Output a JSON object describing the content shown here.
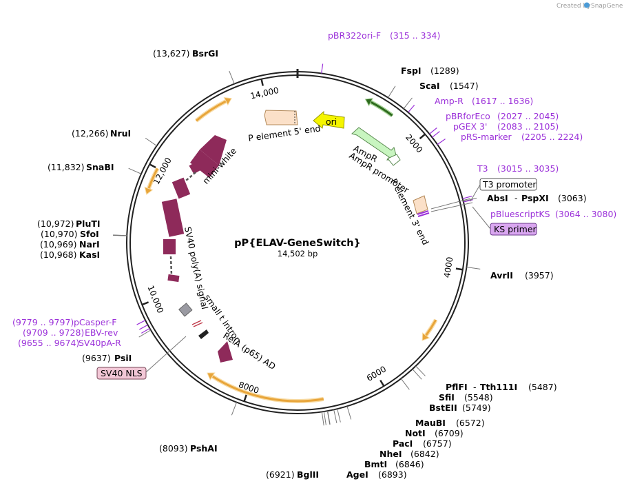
{
  "credit": {
    "prefix": "Created by",
    "brand": "SnapGene"
  },
  "plasmid": {
    "name": "pP{ELAV-GeneSwitch}",
    "length_label": "14,502 bp",
    "total_bp": 14502
  },
  "colors": {
    "backbone": "#222222",
    "primer": "#9b30d9",
    "feature_maroon": "#8e2a5a",
    "orf_orange": "#e8a53a",
    "ampR_green": "#c8f5c0",
    "ori_yellow": "#f5f500",
    "p_element_peach": "#fbe0c8",
    "ks_primer_fill": "#d9a6f0",
    "sv40_nls_fill": "#f2c7d6"
  },
  "ticks": [
    {
      "bp": 2000,
      "label": "2000"
    },
    {
      "bp": 4000,
      "label": "4000"
    },
    {
      "bp": 6000,
      "label": "6000"
    },
    {
      "bp": 8000,
      "label": "8000"
    },
    {
      "bp": 10000,
      "label": "10,000"
    },
    {
      "bp": 12000,
      "label": "12,000"
    },
    {
      "bp": 14000,
      "label": "14,000"
    }
  ],
  "enzymes": [
    {
      "name": "BsrGI",
      "pos": "(13,627)",
      "bp": 13627
    },
    {
      "name": "NruI",
      "pos": "(12,266)",
      "bp": 12266
    },
    {
      "name": "SnaBI",
      "pos": "(11,832)",
      "bp": 11832
    },
    {
      "name": "PluTI",
      "pos": "(10,972)",
      "bp": 10972
    },
    {
      "name": "SfoI",
      "pos": "(10,970)",
      "bp": 10970
    },
    {
      "name": "NarI",
      "pos": "(10,969)",
      "bp": 10969
    },
    {
      "name": "KasI",
      "pos": "(10,968)",
      "bp": 10968
    },
    {
      "name": "PsiI",
      "pos": "(9637)",
      "bp": 9637
    },
    {
      "name": "PshAI",
      "pos": "(8093)",
      "bp": 8093
    },
    {
      "name": "BglII",
      "pos": "(6921)",
      "bp": 6921
    },
    {
      "name": "AgeI",
      "pos": "(6893)",
      "bp": 6893
    },
    {
      "name": "BmtI",
      "pos": "(6846)",
      "bp": 6846
    },
    {
      "name": "NheI",
      "pos": "(6842)",
      "bp": 6842
    },
    {
      "name": "PacI",
      "pos": "(6757)",
      "bp": 6757
    },
    {
      "name": "NotI",
      "pos": "(6709)",
      "bp": 6709
    },
    {
      "name": "MauBI",
      "pos": "(6572)",
      "bp": 6572
    },
    {
      "name": "BstEII",
      "pos": "(5749)",
      "bp": 5749
    },
    {
      "name": "SfiI",
      "pos": "(5548)",
      "bp": 5548
    },
    {
      "name": "PflFI",
      "pos": "(5487)",
      "bp": 5487,
      "extra": "Tth111I"
    },
    {
      "name": "AvrII",
      "pos": "(3957)",
      "bp": 3957
    },
    {
      "name": "AbsI",
      "pos": "(3063)",
      "bp": 3063,
      "extra": "PspXI"
    },
    {
      "name": "ScaI",
      "pos": "(1547)",
      "bp": 1547
    },
    {
      "name": "FspI",
      "pos": "(1289)",
      "bp": 1289
    }
  ],
  "primers": [
    {
      "name": "pBR322ori-F",
      "range": "(315 .. 334)",
      "bp": 324
    },
    {
      "name": "Amp-R",
      "range": "(1617 .. 1636)",
      "bp": 1626
    },
    {
      "name": "pBRforEco",
      "range": "(2027 .. 2045)",
      "bp": 2036
    },
    {
      "name": "pGEX 3'",
      "range": "(2083 .. 2105)",
      "bp": 2094
    },
    {
      "name": "pRS-marker",
      "range": "(2205 .. 2224)",
      "bp": 2214
    },
    {
      "name": "T3",
      "range": "(3015 .. 3035)",
      "bp": 3025
    },
    {
      "name": "pBluescriptKS",
      "range": "(3064 .. 3080)",
      "bp": 3072
    },
    {
      "name": "pCasper-F",
      "range": "(9779 .. 9797)",
      "bp": 9788
    },
    {
      "name": "EBV-rev",
      "range": "(9709 .. 9728)",
      "bp": 9718
    },
    {
      "name": "SV40pA-R",
      "range": "(9655 .. 9674)",
      "bp": 9664
    }
  ],
  "boxed_labels": {
    "t3_promoter": "T3 promoter",
    "ks_primer": "KS primer",
    "sv40_nls": "SV40 NLS"
  },
  "features": {
    "ori": "ori",
    "ampR": "AmpR",
    "ampR_promoter": "AmpR promoter",
    "p5": "P element 5' end",
    "p3": "P element 3' end",
    "mini_white": "mini-white",
    "sv40_polyA": "SV40 poly(A) signal",
    "small_t_intron": "small t intron",
    "rela": "RelA (p65) AD"
  }
}
